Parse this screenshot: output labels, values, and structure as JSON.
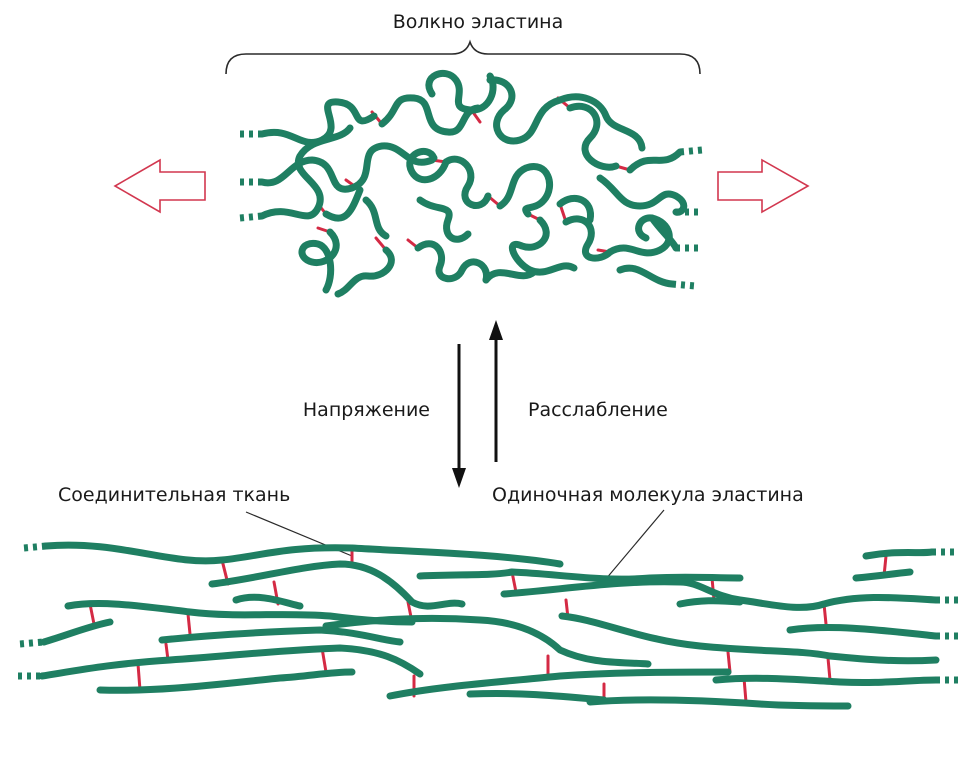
{
  "labels": {
    "fiber": "Волкно эластина",
    "stretch": "Напряжение",
    "relax": "Расслабление",
    "crosslink": "Соединительная ткань",
    "molecule": "Одиночная молекула эластина"
  },
  "colors": {
    "fiber": "#1f7f62",
    "crosslink": "#d42a44",
    "arrow_outline": "#d2374f",
    "text": "#1a1a1a"
  }
}
